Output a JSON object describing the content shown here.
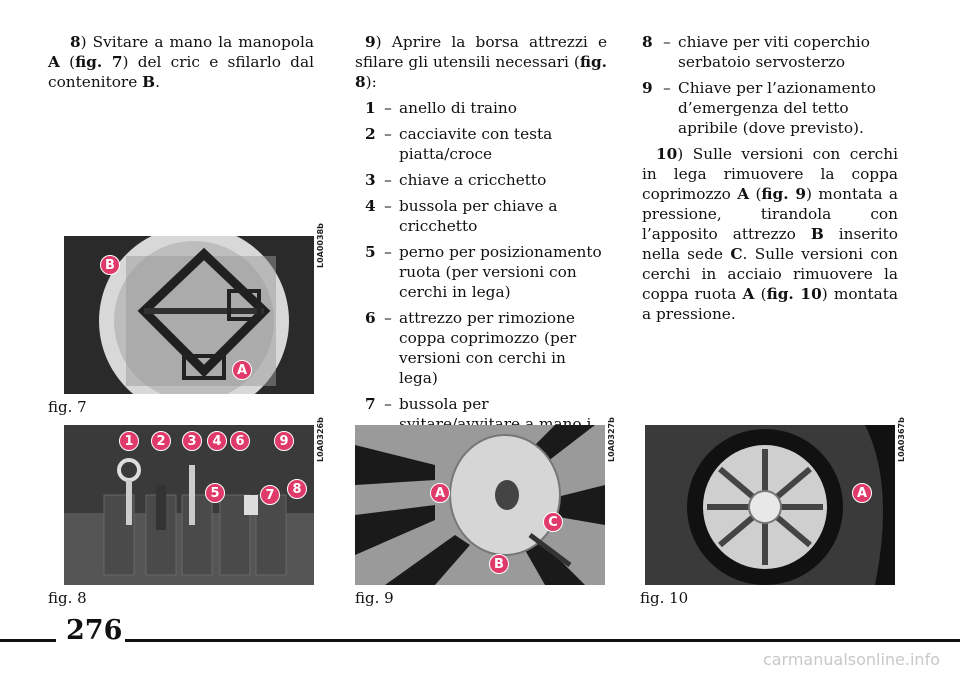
{
  "col1": {
    "p8": {
      "num": "8",
      "t1": ") Svitare a mano la manopola ",
      "b1": "A",
      "t2": " (",
      "b2": "fig. 7",
      "t3": ") del cric e sfilarlo dal contenitore ",
      "b3": "B",
      "t4": "."
    }
  },
  "col2": {
    "p9": {
      "num": "9",
      "t1": ") Aprire la borsa attrezzi e sfilare gli utensili necessari (",
      "b1": "fig. 8",
      "t2": "):"
    },
    "items": [
      {
        "num": "1",
        "dash": "–",
        "text": "anello di traino"
      },
      {
        "num": "2",
        "dash": "–",
        "text": "cacciavite con testa piatta/croce"
      },
      {
        "num": "3",
        "dash": "–",
        "text": "chiave a cricchetto"
      },
      {
        "num": "4",
        "dash": "–",
        "text": "bussola per chiave a cricchetto"
      },
      {
        "num": "5",
        "dash": "–",
        "text": "perno per posizionamento ruota (per versioni con cerchi in lega)"
      },
      {
        "num": "6",
        "dash": "–",
        "text": "attrezzo per rimozione coppa copri­mozzo (per versioni con cerchi in lega)"
      },
      {
        "num": "7",
        "dash": "–",
        "text": "bussola per svitare/avvitare a mano i bulloni ruota"
      }
    ]
  },
  "col3": {
    "items": [
      {
        "num": "8",
        "dash": "–",
        "text": "chiave per viti coperchio serbatoio servosterzo"
      },
      {
        "num": "9",
        "dash": "–",
        "text": "Chiave per l’azionamento d’emergenza del tetto apribile (dove previsto)."
      }
    ],
    "p10": {
      "num": "10",
      "t1": ") Sulle versioni con cerchi in lega rimuovere la coppa coprimozzo ",
      "b1": "A",
      "t2": " (",
      "b2": "fig. 9",
      "t3": ") montata a pressione, tirandola con l’apposito attrezzo ",
      "b3": "B",
      "t4": " inserito nella sede ",
      "b4": "C",
      "t5": ". Sulle versioni con cerchi in acciaio rimuovere la coppa ruota ",
      "b5": "A",
      "t6": " (",
      "b6": "fig. 10",
      "t7": ") montata a pressione."
    }
  },
  "figures": {
    "fig7": {
      "caption": "fig. 7",
      "code": "L0A0038b",
      "callouts": [
        "B",
        "A"
      ]
    },
    "fig8": {
      "caption": "fig. 8",
      "code": "L0A0326b",
      "callouts": [
        "1",
        "2",
        "3",
        "4",
        "6",
        "9",
        "5",
        "7",
        "8"
      ]
    },
    "fig9": {
      "caption": "fig. 9",
      "code": "L0A0327b",
      "callouts": [
        "A",
        "C",
        "B"
      ]
    },
    "fig10": {
      "caption": "fig. 10",
      "code": "L0A0367b",
      "callouts": [
        "A"
      ]
    }
  },
  "footer": {
    "page_number": "276",
    "watermark": "carmanualsonline.info"
  },
  "colors": {
    "callout": "#e03a6a",
    "photo_bg": "#1b1b1b"
  }
}
